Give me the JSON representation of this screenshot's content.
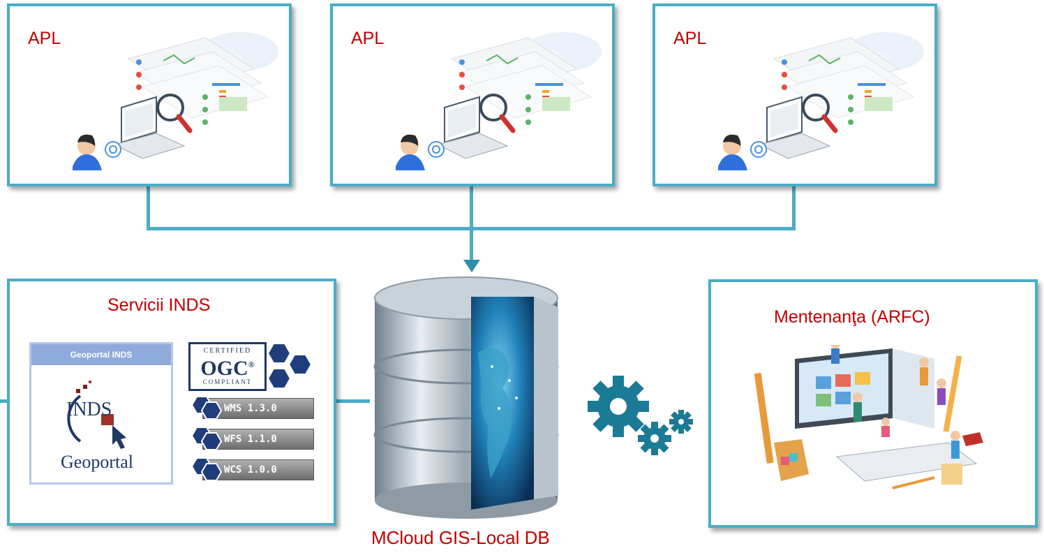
{
  "apl_boxes": [
    {
      "title": "APL"
    },
    {
      "title": "APL"
    },
    {
      "title": "APL"
    }
  ],
  "services": {
    "title": "Servicii INDS",
    "geoportal_header": "Geoportal INDS",
    "geoportal_logo": "INDS",
    "geoportal_sub": "Geoportal",
    "ogc_certified": "CERTIFIED",
    "ogc_name": "OGC",
    "ogc_mark": "®",
    "ogc_compliant": "COMPLIANT",
    "standards": [
      "WMS 1.3.0",
      "WFS 1.1.0",
      "WCS 1.0.0"
    ]
  },
  "maintenance": {
    "title": "Mentenanţa (ARFC)"
  },
  "database": {
    "caption": "MCloud GIS-Local DB"
  },
  "colors": {
    "box_border": "#4bacc6",
    "title_text": "#c00000",
    "gear": "#1b7a95"
  }
}
